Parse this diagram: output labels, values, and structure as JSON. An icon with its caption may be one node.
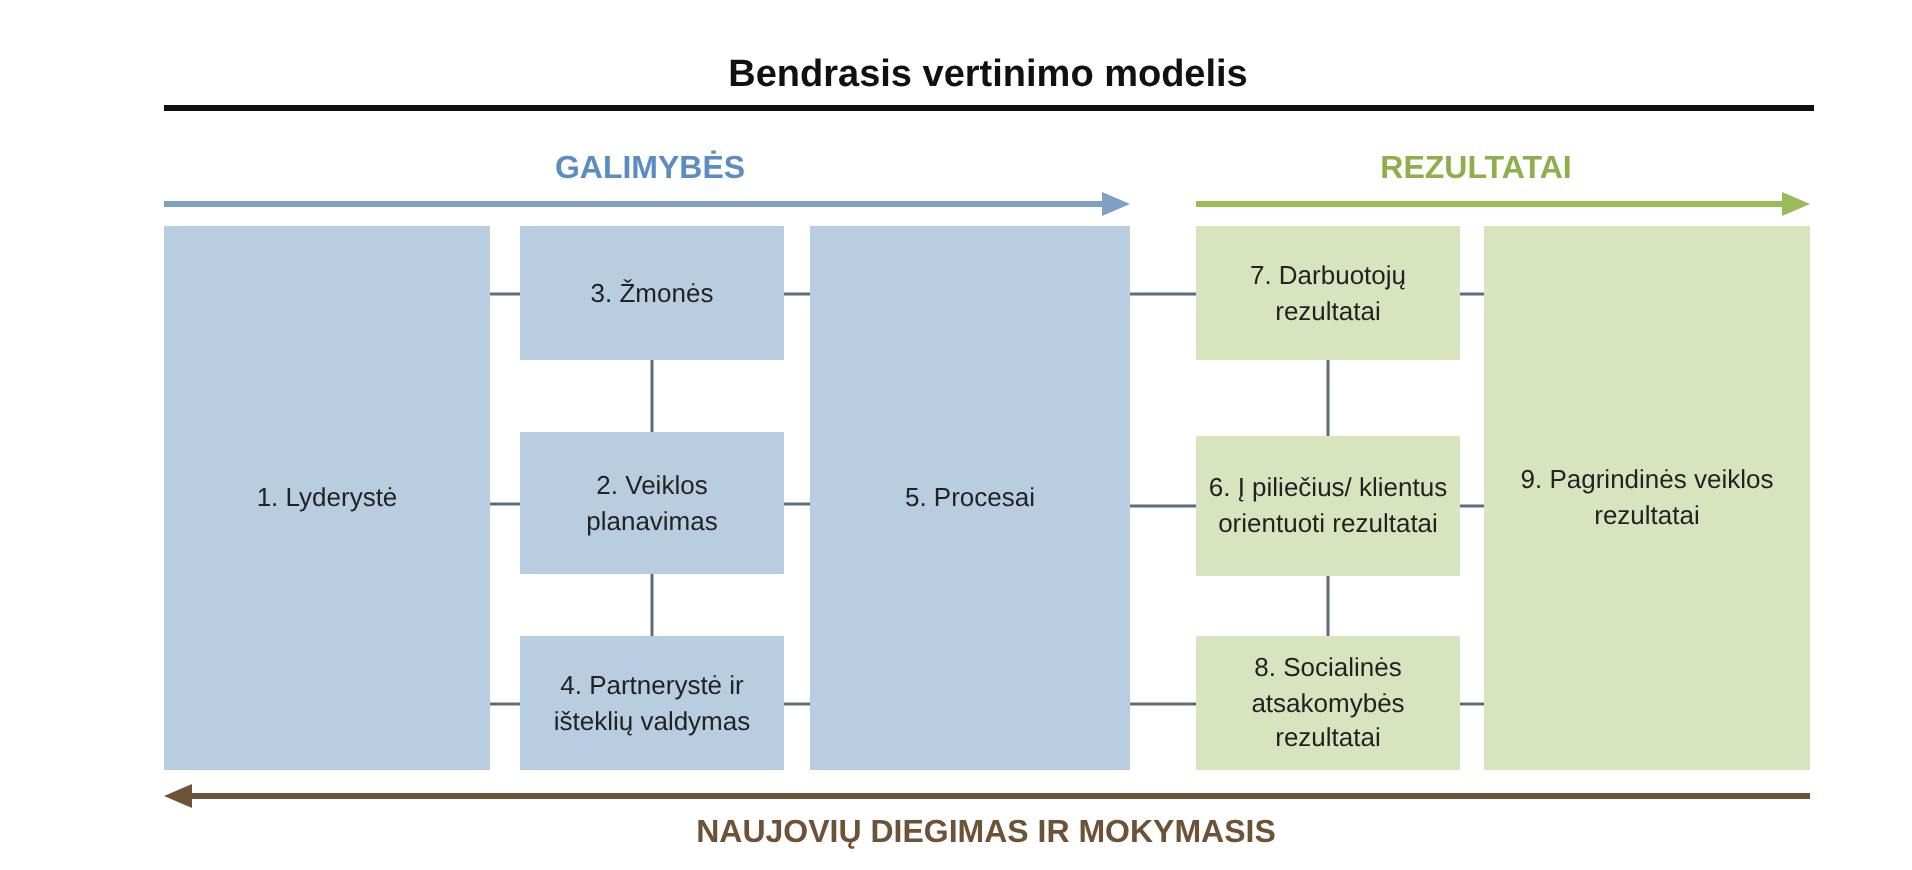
{
  "diagram": {
    "title": "Bendrasis vertinimo modelis",
    "nodes": [
      {
        "text": [
          "1. Lyderystė"
        ]
      },
      {
        "text": [
          "3. Žmonės"
        ]
      },
      {
        "text": [
          "2. Veiklos planavimas"
        ]
      },
      {
        "text": [
          "4. Partnerystė ir išteklių valdymas"
        ]
      },
      {
        "text": [
          "5. Procesai"
        ]
      },
      {
        "text": [
          "7. Darbuotojų rezultatai"
        ]
      },
      {
        "text": [
          "6. Į piliečius/ klientus orientuoti rezultatai"
        ]
      },
      {
        "text": [
          "8. Socialinės atsakomybės rezultatai"
        ]
      },
      {
        "text": [
          "9. Pagrindinės veiklos rezultatai"
        ]
      }
    ],
    "edges": [
      {
        "from": 0,
        "to": 1,
        "arrow": "none"
      },
      {
        "from": 0,
        "to": 2,
        "arrow": "none"
      },
      {
        "from": 0,
        "to": 3,
        "arrow": "none"
      },
      {
        "from": 1,
        "to": 2,
        "arrow": "none"
      },
      {
        "from": 2,
        "to": 3,
        "arrow": "none"
      },
      {
        "from": 1,
        "to": 4,
        "arrow": "none"
      },
      {
        "from": 2,
        "to": 4,
        "arrow": "none"
      },
      {
        "from": 3,
        "to": 4,
        "arrow": "none"
      },
      {
        "from": 4,
        "to": 5,
        "arrow": "none"
      },
      {
        "from": 4,
        "to": 6,
        "arrow": "none"
      },
      {
        "from": 4,
        "to": 7,
        "arrow": "none"
      },
      {
        "from": 5,
        "to": 6,
        "arrow": "none"
      },
      {
        "from": 6,
        "to": 7,
        "arrow": "none"
      },
      {
        "from": 5,
        "to": 8,
        "arrow": "none"
      },
      {
        "from": 6,
        "to": 8,
        "arrow": "none"
      },
      {
        "from": 7,
        "to": 8,
        "arrow": "none"
      }
    ],
    "labels": [
      "GALIMYBĖS",
      "REZULTATAI",
      "NAUJOVIŲ DIEGIMAS IR MOKYMASIS"
    ]
  }
}
